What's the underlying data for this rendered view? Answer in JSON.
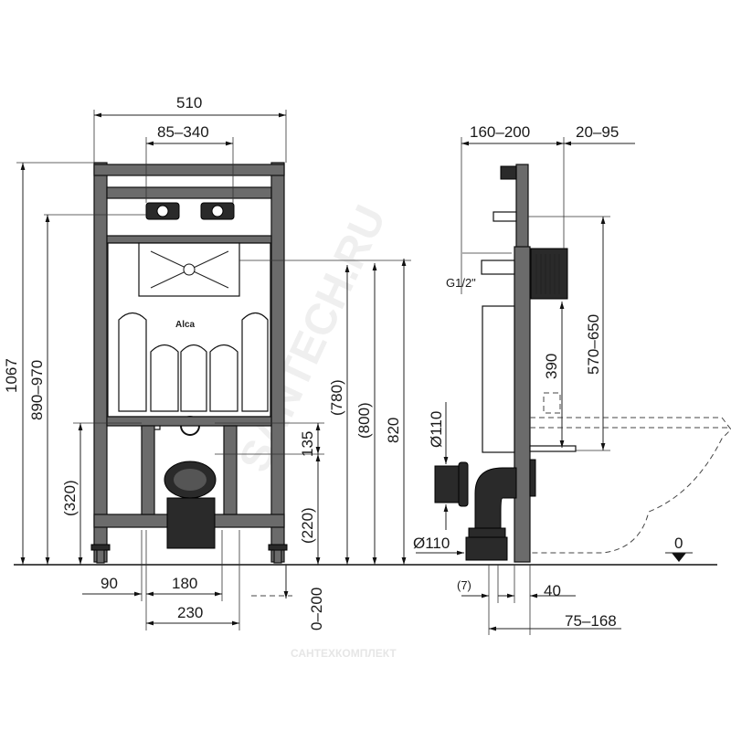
{
  "front_view": {
    "brand": "Alca",
    "dims": {
      "width_total": "510",
      "inlet_spacing": "85–340",
      "height_total": "1067",
      "height_adjust": "890–970",
      "crossbar_height": "(320)",
      "h780": "(780)",
      "h800": "(800)",
      "h820": "820",
      "h135": "135",
      "h220": "(220)",
      "foot_adjust": "0–200",
      "w90": "90",
      "w180": "180",
      "w230": "230"
    }
  },
  "side_view": {
    "dims": {
      "depth": "160–200",
      "depth_extra": "20–95",
      "water_inlet": "G1/2\"",
      "h390": "390",
      "h570_650": "570–650",
      "pipe_dia_top": "Ø110",
      "pipe_dia_bottom": "Ø110",
      "d7": "(7)",
      "d40": "40",
      "d75_168": "75–168",
      "floor_level": "0"
    }
  },
  "watermark": {
    "diagonal": "SANTECH.RU",
    "bottom": "САНТЕХКОМПЛЕКТ"
  }
}
